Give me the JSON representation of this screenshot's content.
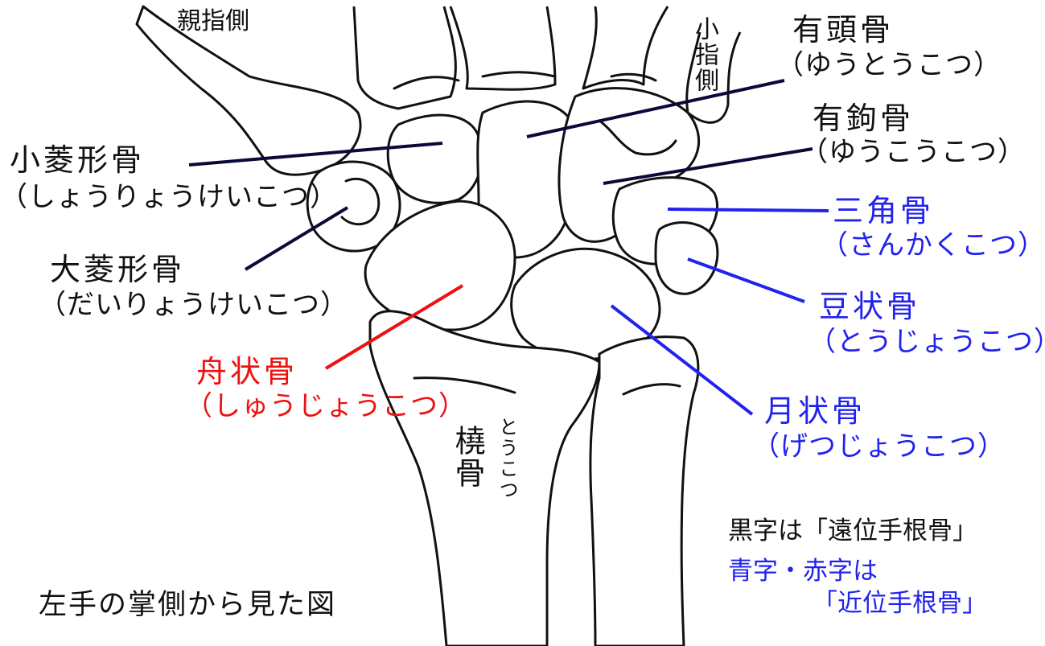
{
  "colors": {
    "black_label": "#111111",
    "blue_label": "#2222ee",
    "red_label": "#ee1111",
    "leader_black": "#0a0a3a"
  },
  "orientation": {
    "thumb_side": "親指側",
    "pinky_side": "小指側"
  },
  "labels": {
    "capitate": {
      "name": "有頭骨",
      "reading": "（ゆうとうこつ）"
    },
    "hamate": {
      "name": "有鉤骨",
      "reading": "（ゆうこうこつ）"
    },
    "trapezoid": {
      "name": "小菱形骨",
      "reading": "（しょうりょうけいこつ）"
    },
    "trapezium": {
      "name": "大菱形骨",
      "reading": "（だいりょうけいこつ）"
    },
    "triquetrum": {
      "name": "三角骨",
      "reading": "（さんかくこつ）"
    },
    "pisiform": {
      "name": "豆状骨",
      "reading": "（とうじょうこつ）"
    },
    "scaphoid": {
      "name": "舟状骨",
      "reading": "（しゅうじょうこつ）"
    },
    "lunate": {
      "name": "月状骨",
      "reading": "（げつじょうこつ）"
    },
    "radius": {
      "name": "橈骨",
      "reading": "とうこつ"
    }
  },
  "legend": {
    "distal_note": "黒字は「遠位手根骨」",
    "proximal_note_1": "青字・赤字は",
    "proximal_note_2": "「近位手根骨」"
  },
  "caption": "左手の掌側から見た図"
}
